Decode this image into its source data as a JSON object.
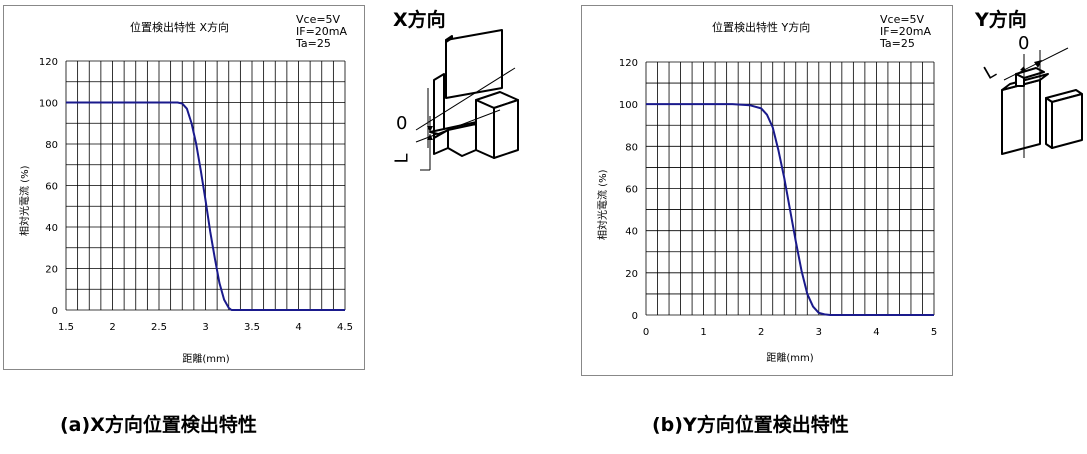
{
  "chart_data": [
    {
      "type": "line",
      "title": "位置検出特性 X方向",
      "conditions": [
        "Vce=5V",
        "IF=20mA",
        "Ta=25"
      ],
      "xlabel": "距離(mm)",
      "ylabel": "相対光電流 (%)",
      "xlim": [
        1.5,
        4.5
      ],
      "ylim": [
        0,
        120
      ],
      "xticks": [
        "1.5",
        "2",
        "2.5",
        "3",
        "3.5",
        "4",
        "4.5"
      ],
      "yticks": [
        "0",
        "20",
        "40",
        "60",
        "80",
        "100",
        "120"
      ],
      "grid": true,
      "series": [
        {
          "color": "#1a1a8c",
          "x": [
            1.5,
            2.0,
            2.5,
            2.7,
            2.75,
            2.8,
            2.85,
            2.9,
            2.95,
            3.0,
            3.05,
            3.1,
            3.15,
            3.2,
            3.25,
            3.28,
            3.3,
            3.5,
            4.0,
            4.5
          ],
          "y": [
            100,
            100,
            100,
            100,
            99.5,
            97,
            90,
            80,
            67,
            53,
            38,
            25,
            13,
            5,
            1,
            0,
            0,
            0,
            0,
            0
          ]
        }
      ],
      "direction_label": "X方向",
      "schematic_labels": [
        "0",
        "L"
      ],
      "caption": "(a)X方向位置検出特性"
    },
    {
      "type": "line",
      "title": "位置検出特性 Y方向",
      "conditions": [
        "Vce=5V",
        "IF=20mA",
        "Ta=25"
      ],
      "xlabel": "距離(mm)",
      "ylabel": "相対光電流 (%)",
      "xlim": [
        0,
        5
      ],
      "ylim": [
        0,
        120
      ],
      "xticks": [
        "0",
        "1",
        "2",
        "3",
        "4",
        "5"
      ],
      "yticks": [
        "0",
        "20",
        "40",
        "60",
        "80",
        "100",
        "120"
      ],
      "grid": true,
      "series": [
        {
          "color": "#1a1a8c",
          "x": [
            0,
            0.5,
            1.0,
            1.5,
            1.8,
            2.0,
            2.1,
            2.2,
            2.3,
            2.4,
            2.5,
            2.6,
            2.7,
            2.8,
            2.9,
            3.0,
            3.1,
            3.2,
            3.3,
            4.0,
            5.0
          ],
          "y": [
            100,
            100,
            100,
            100,
            99.5,
            98,
            95,
            89,
            78,
            65,
            50,
            35,
            21,
            10,
            4,
            1,
            0.3,
            0,
            0,
            0,
            0
          ]
        }
      ],
      "direction_label": "Y方向",
      "schematic_labels": [
        "0",
        "L"
      ],
      "caption": "(b)Y方向位置検出特性"
    }
  ]
}
